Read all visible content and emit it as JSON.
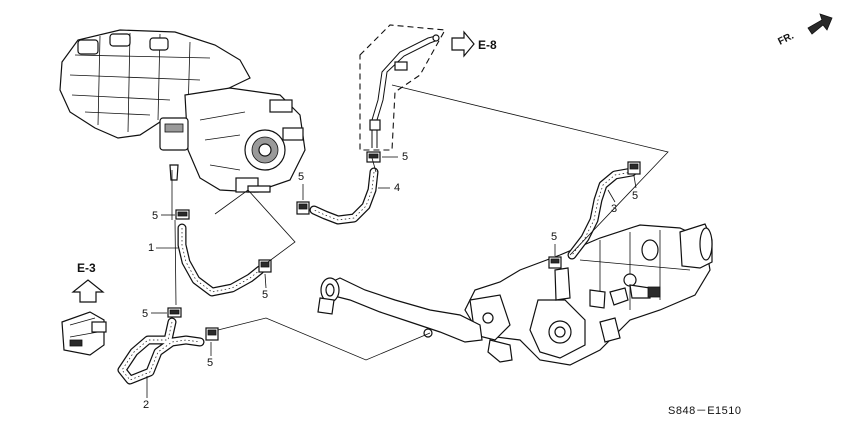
{
  "callouts": {
    "part_1": "1",
    "part_2": "2",
    "part_3": "3",
    "part_4": "4",
    "clip_5a": "5",
    "clip_5b": "5",
    "clip_5c": "5",
    "clip_5d": "5",
    "clip_5e": "5",
    "clip_5f": "5",
    "clip_5g": "5"
  },
  "references": {
    "ref_top": "E-8",
    "ref_left": "E-3"
  },
  "direction_label": "FR.",
  "diagram_code": "S848－E1510"
}
